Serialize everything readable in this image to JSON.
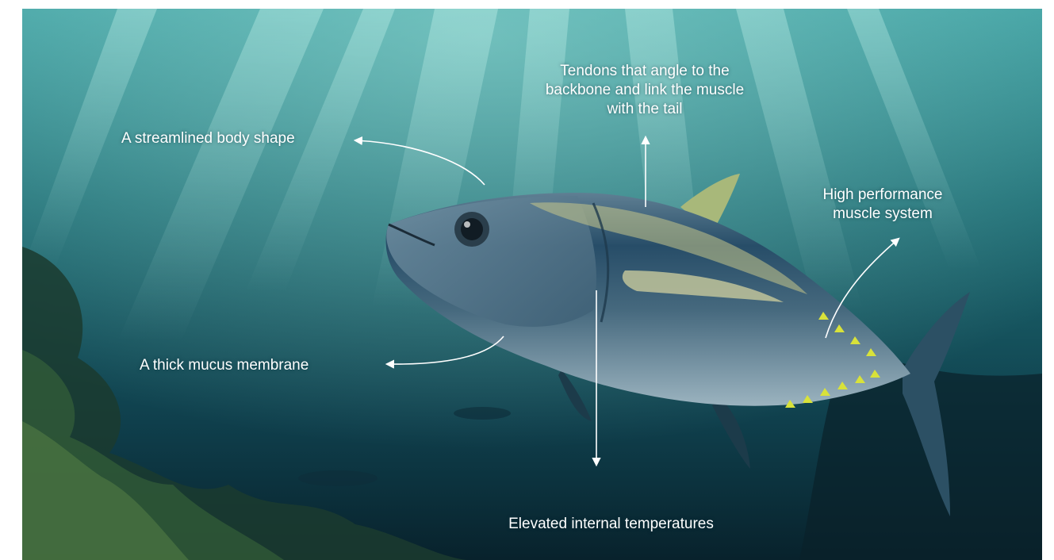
{
  "annotations": {
    "streamlined": "A streamlined body shape",
    "tendons": "Tendons that angle to the\nbackbone and link the muscle\nwith the tail",
    "performance": "High performance\nmuscle system",
    "mucus": "A thick mucus membrane",
    "temperature": "Elevated internal temperatures"
  },
  "colors": {
    "water_deep": "#0a2f3c",
    "water_light": "#2f8b8c",
    "fish_back": "#1f4a63",
    "fish_belly": "#8aa6b3",
    "finlet": "#d8e23a",
    "annotation": "#ffffff"
  }
}
